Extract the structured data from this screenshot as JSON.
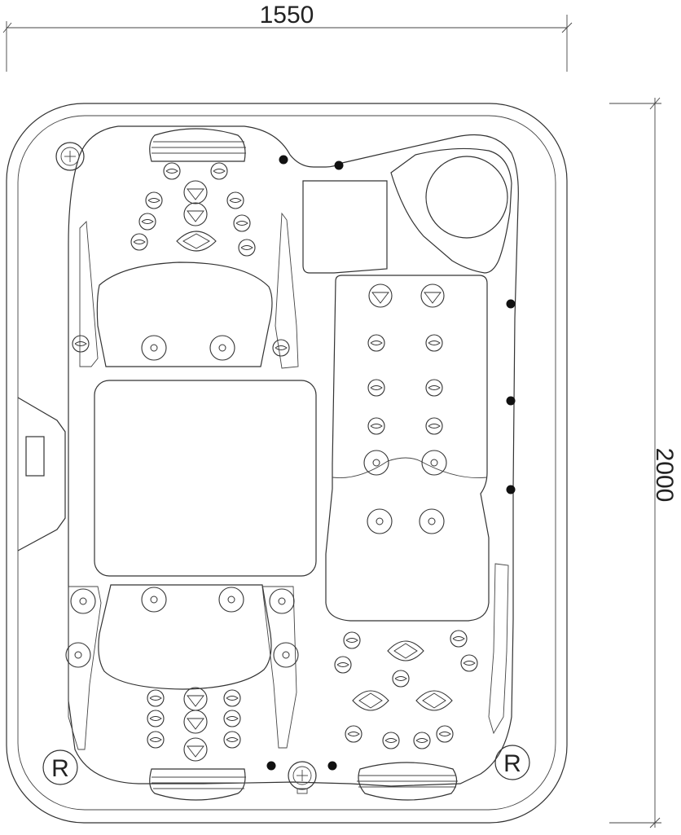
{
  "dimensions": {
    "width_label": "1550",
    "height_label": "2000"
  },
  "markers": {
    "left_corner": "R",
    "right_corner": "R"
  },
  "colors": {
    "line": "#333333",
    "background": "#ffffff",
    "dot": "#111111"
  }
}
